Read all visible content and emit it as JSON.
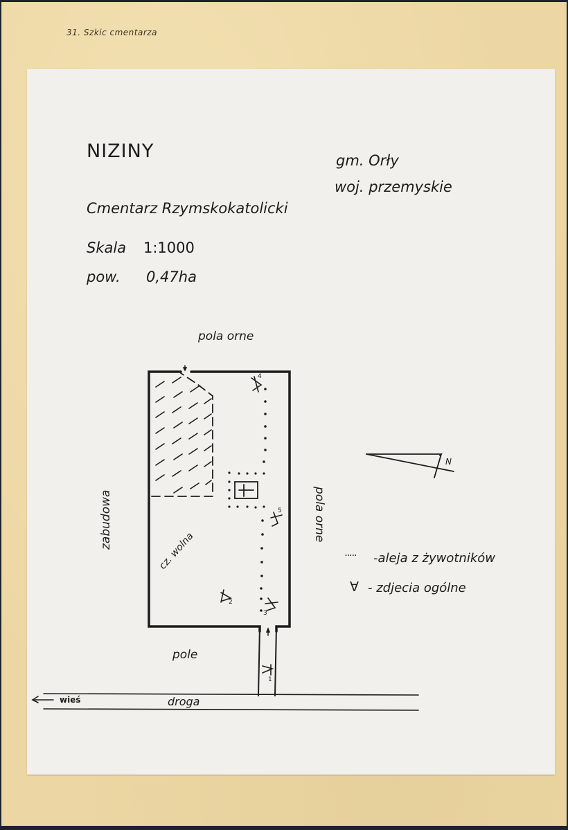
{
  "page": {
    "caption": "31. Szkic cmentarza",
    "colors": {
      "board": "#ecd7a4",
      "sheet": "#f1f0ec",
      "ink": "#1c1c1c",
      "background": "#1e2230"
    }
  },
  "header": {
    "place_name": "NIZINY",
    "commune": "gm. Orły",
    "voivodeship": "woj. przemyskie",
    "cemetery_type": "Cmentarz Rzymskokatolicki",
    "scale_label": "Skala",
    "scale_value": "1:1000",
    "area_label": "pow.",
    "area_value": "0,47ha"
  },
  "map": {
    "labels": {
      "north": "pola orne",
      "east": "pola orne",
      "west": "zabudowa",
      "south": "pole",
      "free_part": "cz. wolna",
      "road": "droga",
      "village": "wieś"
    },
    "compass": {
      "label": "N"
    },
    "photo_points": [
      "1",
      "2",
      "3",
      "4",
      "5"
    ]
  },
  "legend": {
    "items": [
      {
        "symbol": "·····",
        "icon": "dotted-line-icon",
        "label": "-aleja z żywotników"
      },
      {
        "symbol": "∀",
        "icon": "camera-viewpoint-icon",
        "label": "- zdjecia ogólne"
      }
    ]
  }
}
